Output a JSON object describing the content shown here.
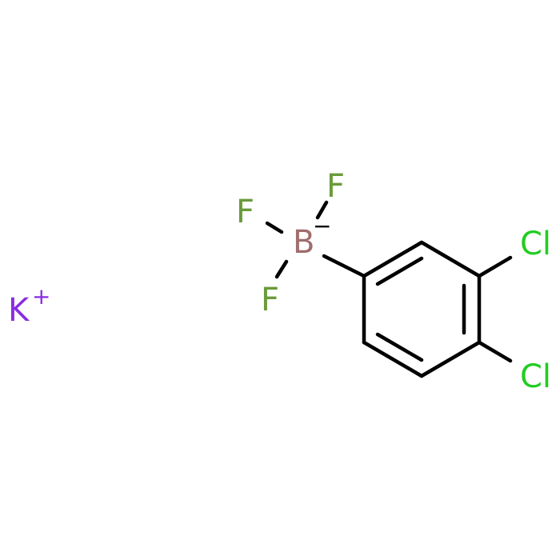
{
  "molecule": {
    "counterion": {
      "symbol": "K",
      "charge": "+",
      "color": "#8a2be2"
    },
    "boron": {
      "symbol": "B",
      "charge": "−",
      "color": "#a06d6d"
    },
    "fluorines": [
      {
        "symbol": "F",
        "color": "#6a9a3a"
      },
      {
        "symbol": "F",
        "color": "#6a9a3a"
      },
      {
        "symbol": "F",
        "color": "#6a9a3a"
      }
    ],
    "chlorines": [
      {
        "symbol": "Cl",
        "color": "#22cc22"
      },
      {
        "symbol": "Cl",
        "color": "#22cc22"
      }
    ],
    "bond_color": "#000000"
  }
}
